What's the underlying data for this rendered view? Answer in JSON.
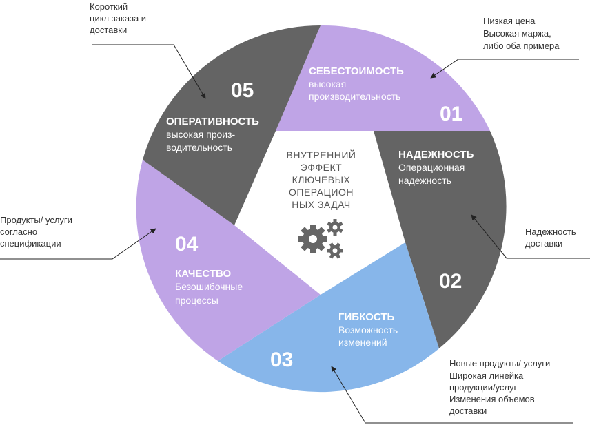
{
  "center": {
    "lines": [
      "ВНУТРЕННИЙ",
      "ЭФФЕКТ",
      "КЛЮЧЕВЫХ",
      "ОПЕРАЦИОН",
      "НЫХ ЗАДАЧ"
    ],
    "icon": "gears-icon"
  },
  "colors": {
    "purple": "#BFA4E6",
    "gray": "#646464",
    "blue": "#87B6EA"
  },
  "segments": [
    {
      "num": "01",
      "title": "СЕБЕСТОИМОСТЬ",
      "sub": [
        "высокая",
        "производительность"
      ]
    },
    {
      "num": "02",
      "title": "НАДЕЖНОСТЬ",
      "sub": [
        "Операционная",
        "надежность"
      ]
    },
    {
      "num": "03",
      "title": "ГИБКОСТЬ",
      "sub": [
        "Возможность",
        "изменений"
      ]
    },
    {
      "num": "04",
      "title": "КАЧЕСТВО",
      "sub": [
        "Безошибочные",
        "процессы"
      ]
    },
    {
      "num": "05",
      "title": "ОПЕРАТИВНОСТЬ",
      "sub": [
        "высокая произ-",
        "водительность"
      ]
    }
  ],
  "notes": {
    "n1": [
      "Низкая цена",
      "Высокая маржа,",
      "либо оба примера"
    ],
    "n2": [
      "Надежность",
      "доставки"
    ],
    "n3": [
      "Новые продукты/ услуги",
      "Широкая линейка",
      "продукции/услуг",
      "Изменения объемов",
      "доставки"
    ],
    "n4": [
      "Продукты/ услуги",
      "согласно",
      "спецификации"
    ],
    "n5": [
      "Короткий",
      "цикл заказа и",
      "доставки"
    ]
  }
}
